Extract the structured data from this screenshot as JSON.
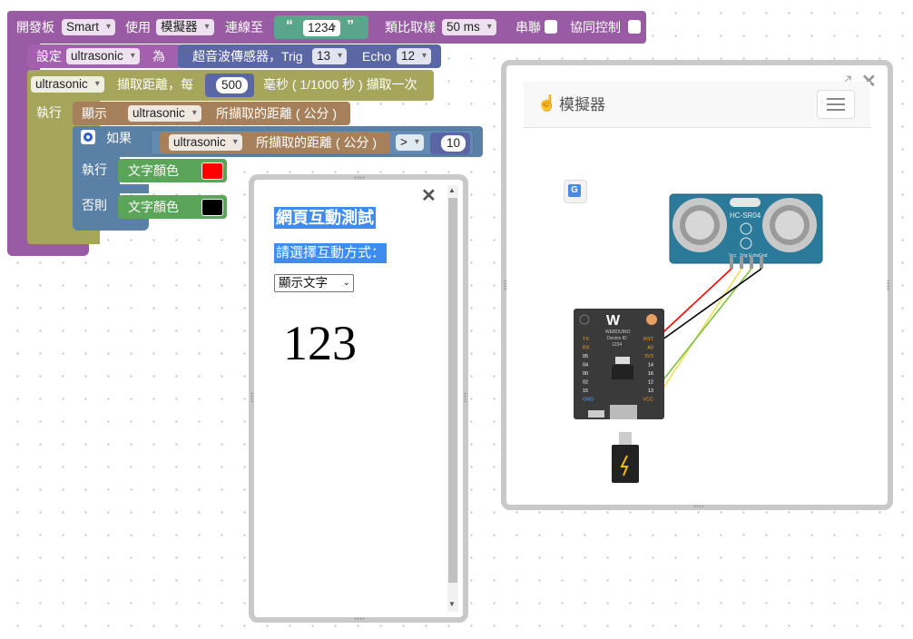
{
  "blocks": {
    "main": {
      "label_board": "開發板",
      "board_value": "Smart",
      "label_use": "使用",
      "mode_value": "模擬器",
      "label_connect": "連線至",
      "device_id": "1234",
      "label_rate": "類比取樣",
      "rate_value": "50 ms",
      "label_serial": "串聯",
      "label_coop": "協同控制"
    },
    "set": {
      "label_set": "設定",
      "var": "ultrasonic",
      "label_as": "為",
      "sensor_label": "超音波傳感器，Trig",
      "trig": "13",
      "echo_label": "Echo",
      "echo": "12"
    },
    "ping": {
      "var": "ultrasonic",
      "label_every": "擷取距離，每",
      "interval": "500",
      "label_unit": "毫秒 ( 1/1000 秒 ) 擷取一次",
      "label_do": "執行"
    },
    "show": {
      "label_show": "顯示",
      "var": "ultrasonic",
      "label_distance": "所擷取的距離 ( 公分 )"
    },
    "if": {
      "label_if": "如果",
      "var": "ultrasonic",
      "label_distance": "所擷取的距離 ( 公分 )",
      "op": ">",
      "value": "10",
      "label_do": "執行",
      "label_else": "否則",
      "label_color": "文字顏色",
      "color_then": "#ff0000",
      "color_else": "#000000"
    }
  },
  "popup": {
    "heading": "網頁互動測試",
    "prompt": "請選擇互動方式：",
    "select_value": "顯示文字",
    "output": "123",
    "close": "✕"
  },
  "simulator": {
    "title": "模擬器",
    "sensor_model": "HC-SR04",
    "board_brand": "WEBDUINO",
    "board_device_label": "Device ID",
    "board_device_id": "1234",
    "pins_left": [
      "TX",
      "RX",
      "05",
      "04",
      "00",
      "02",
      "15",
      "GND"
    ],
    "pins_right": [
      "RST",
      "A0",
      "3V3",
      "14",
      "16",
      "12",
      "13",
      "VCC"
    ],
    "sensor_pins": [
      "Vcc",
      "Trig",
      "Echo",
      "Gnd"
    ],
    "close": "✕",
    "expand": "⤢"
  },
  "colors": {
    "main_block": "#9a5ba5",
    "sensor_block": "#5b67a5",
    "event_block": "#a5a55b",
    "show_block": "#a5805b",
    "if_block": "#5b80a5",
    "color_block": "#5ba55b",
    "text_block": "#5ba58c"
  }
}
